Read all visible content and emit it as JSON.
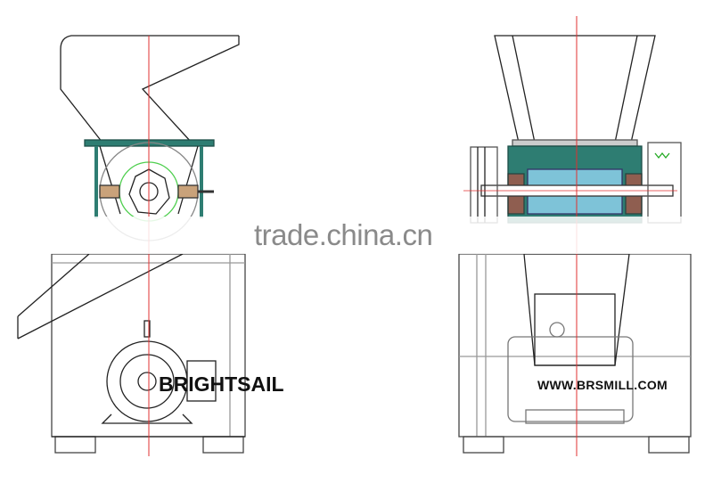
{
  "watermark": "trade.china.cn",
  "brand_label": "BRIGHTSAIL",
  "website_label": "WWW.BRSMILL.COM",
  "colors": {
    "frame_teal": "#2e7d72",
    "centerline_red": "#e03030",
    "rotor_green": "#4fcf4f",
    "shaft_blue": "#7ec3d8",
    "bearing_red": "#d04a3a"
  }
}
